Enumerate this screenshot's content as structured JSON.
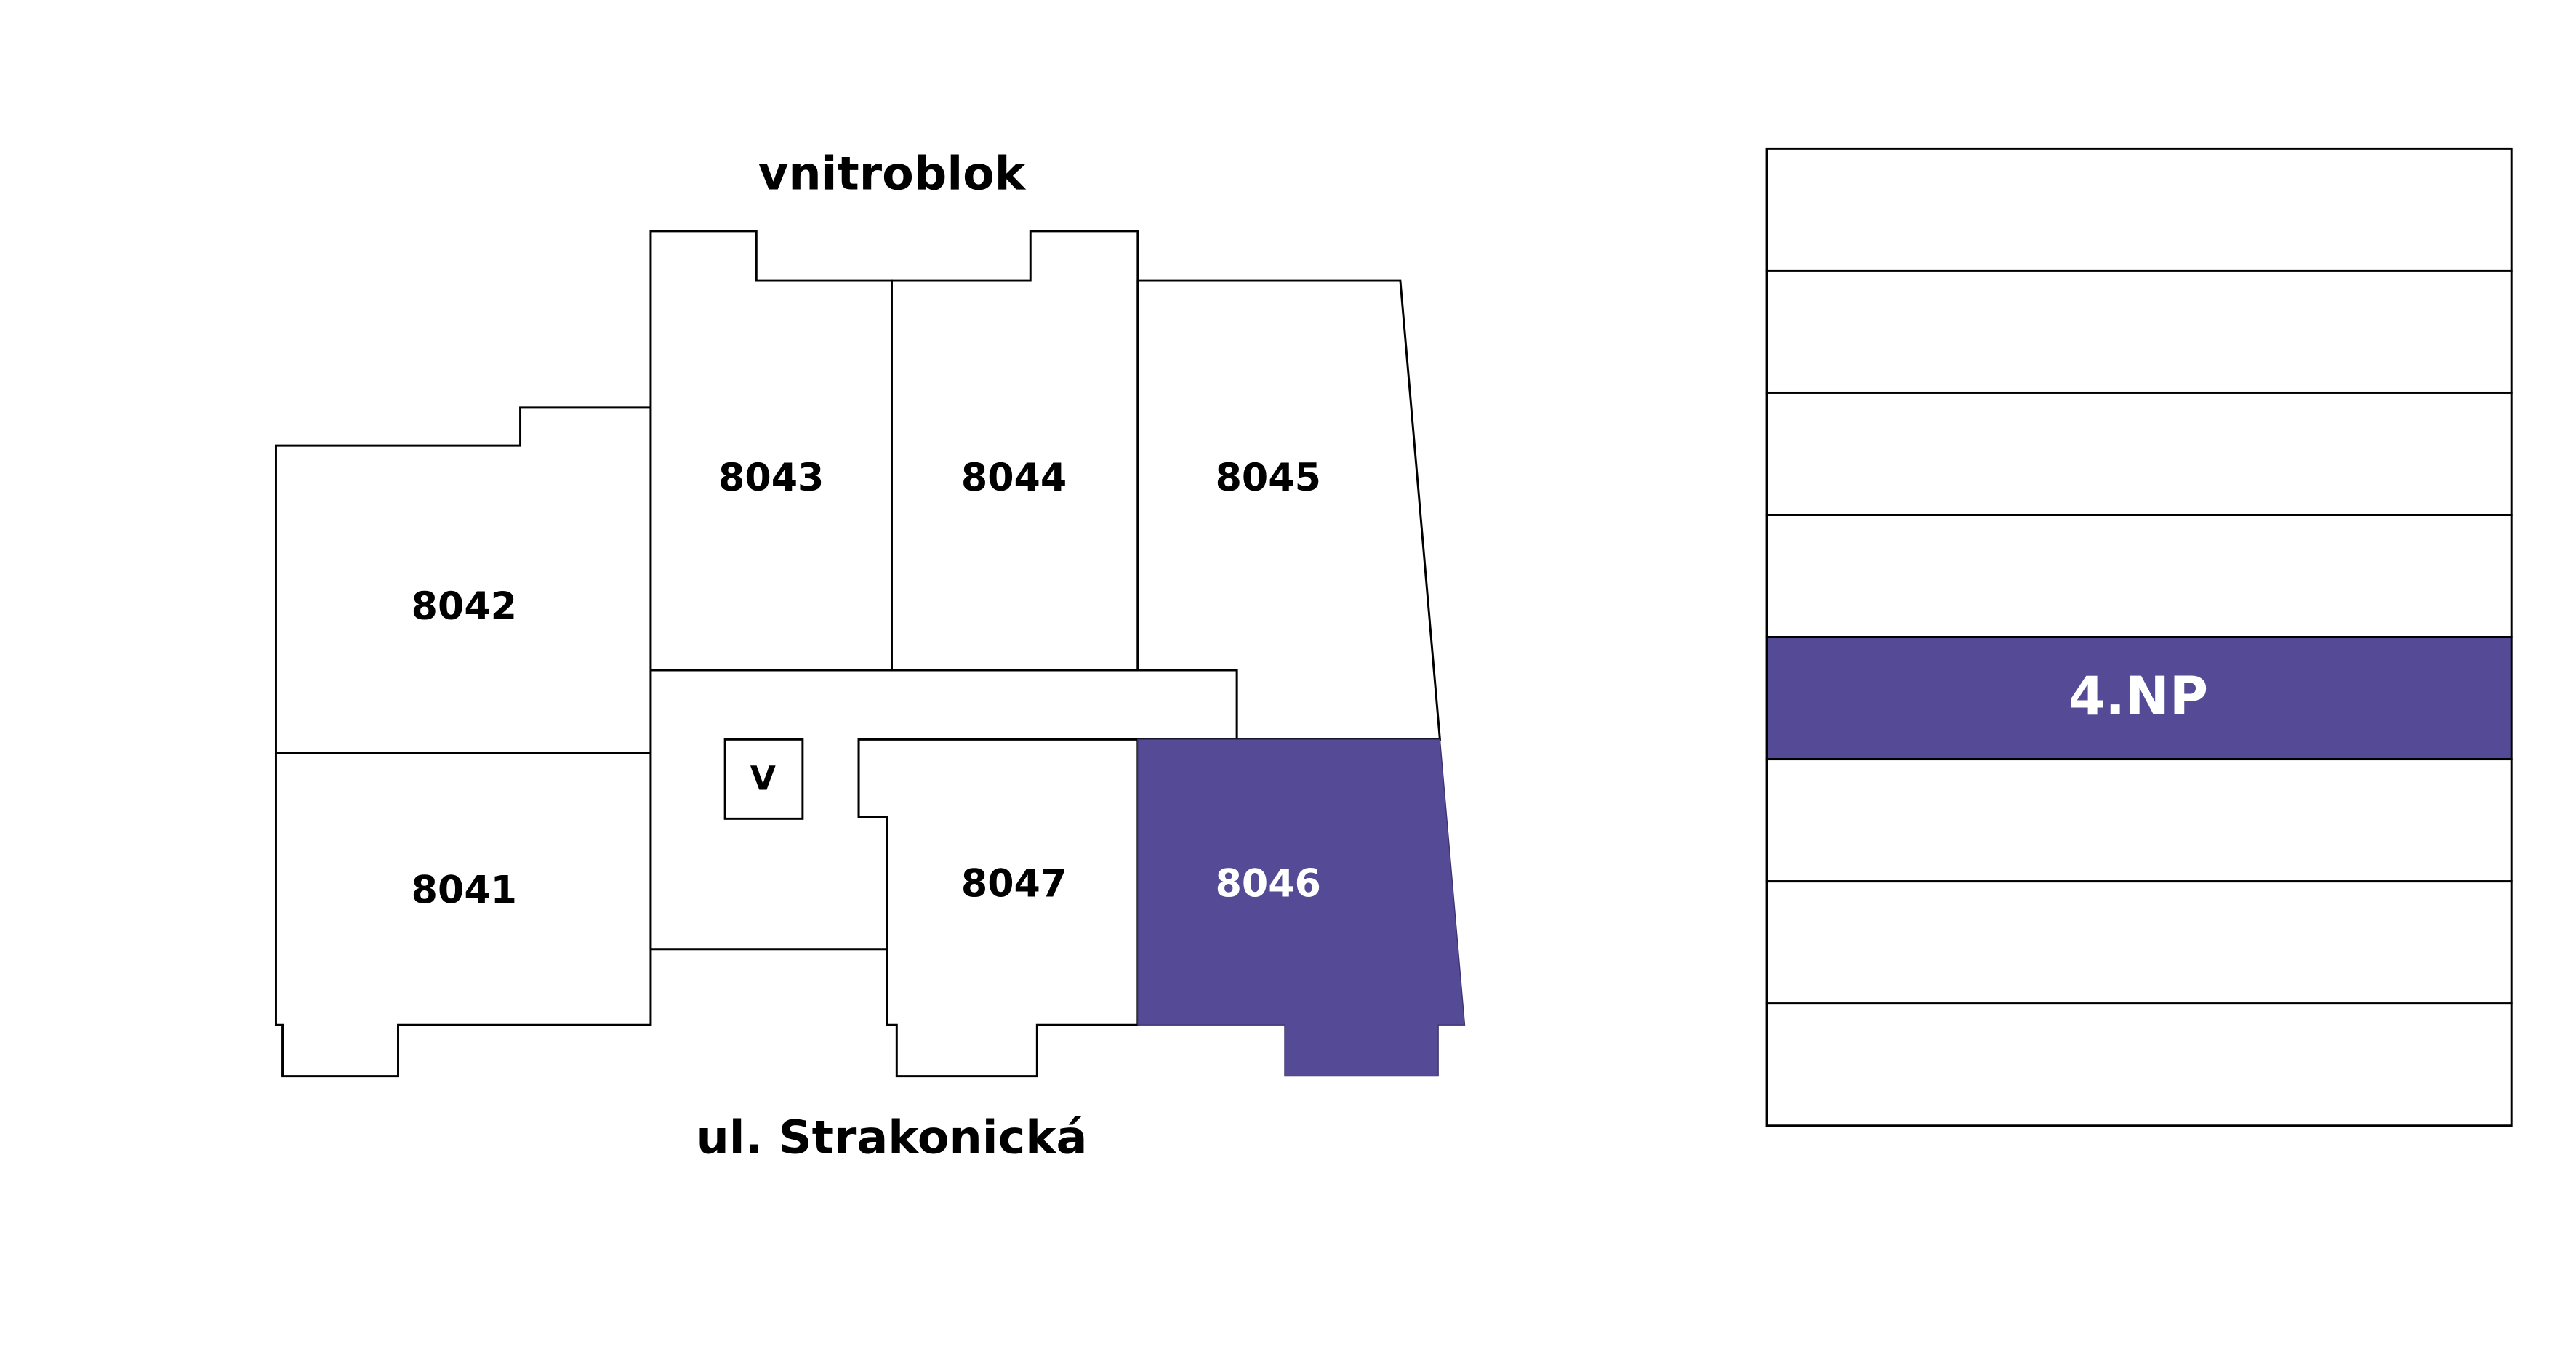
{
  "colors": {
    "selected": "#554a96",
    "outline": "#000000"
  },
  "plan": {
    "top_label": "vnitroblok",
    "bottom_label": "ul. Strakonická",
    "units": {
      "u8041": "8041",
      "u8042": "8042",
      "u8043": "8043",
      "u8044": "8044",
      "u8045": "8045",
      "u8046": "8046",
      "u8047": "8047"
    },
    "selected_unit": "8046",
    "elevator_label": "V"
  },
  "floors": {
    "count": 8,
    "selected_label": "4.NP"
  }
}
